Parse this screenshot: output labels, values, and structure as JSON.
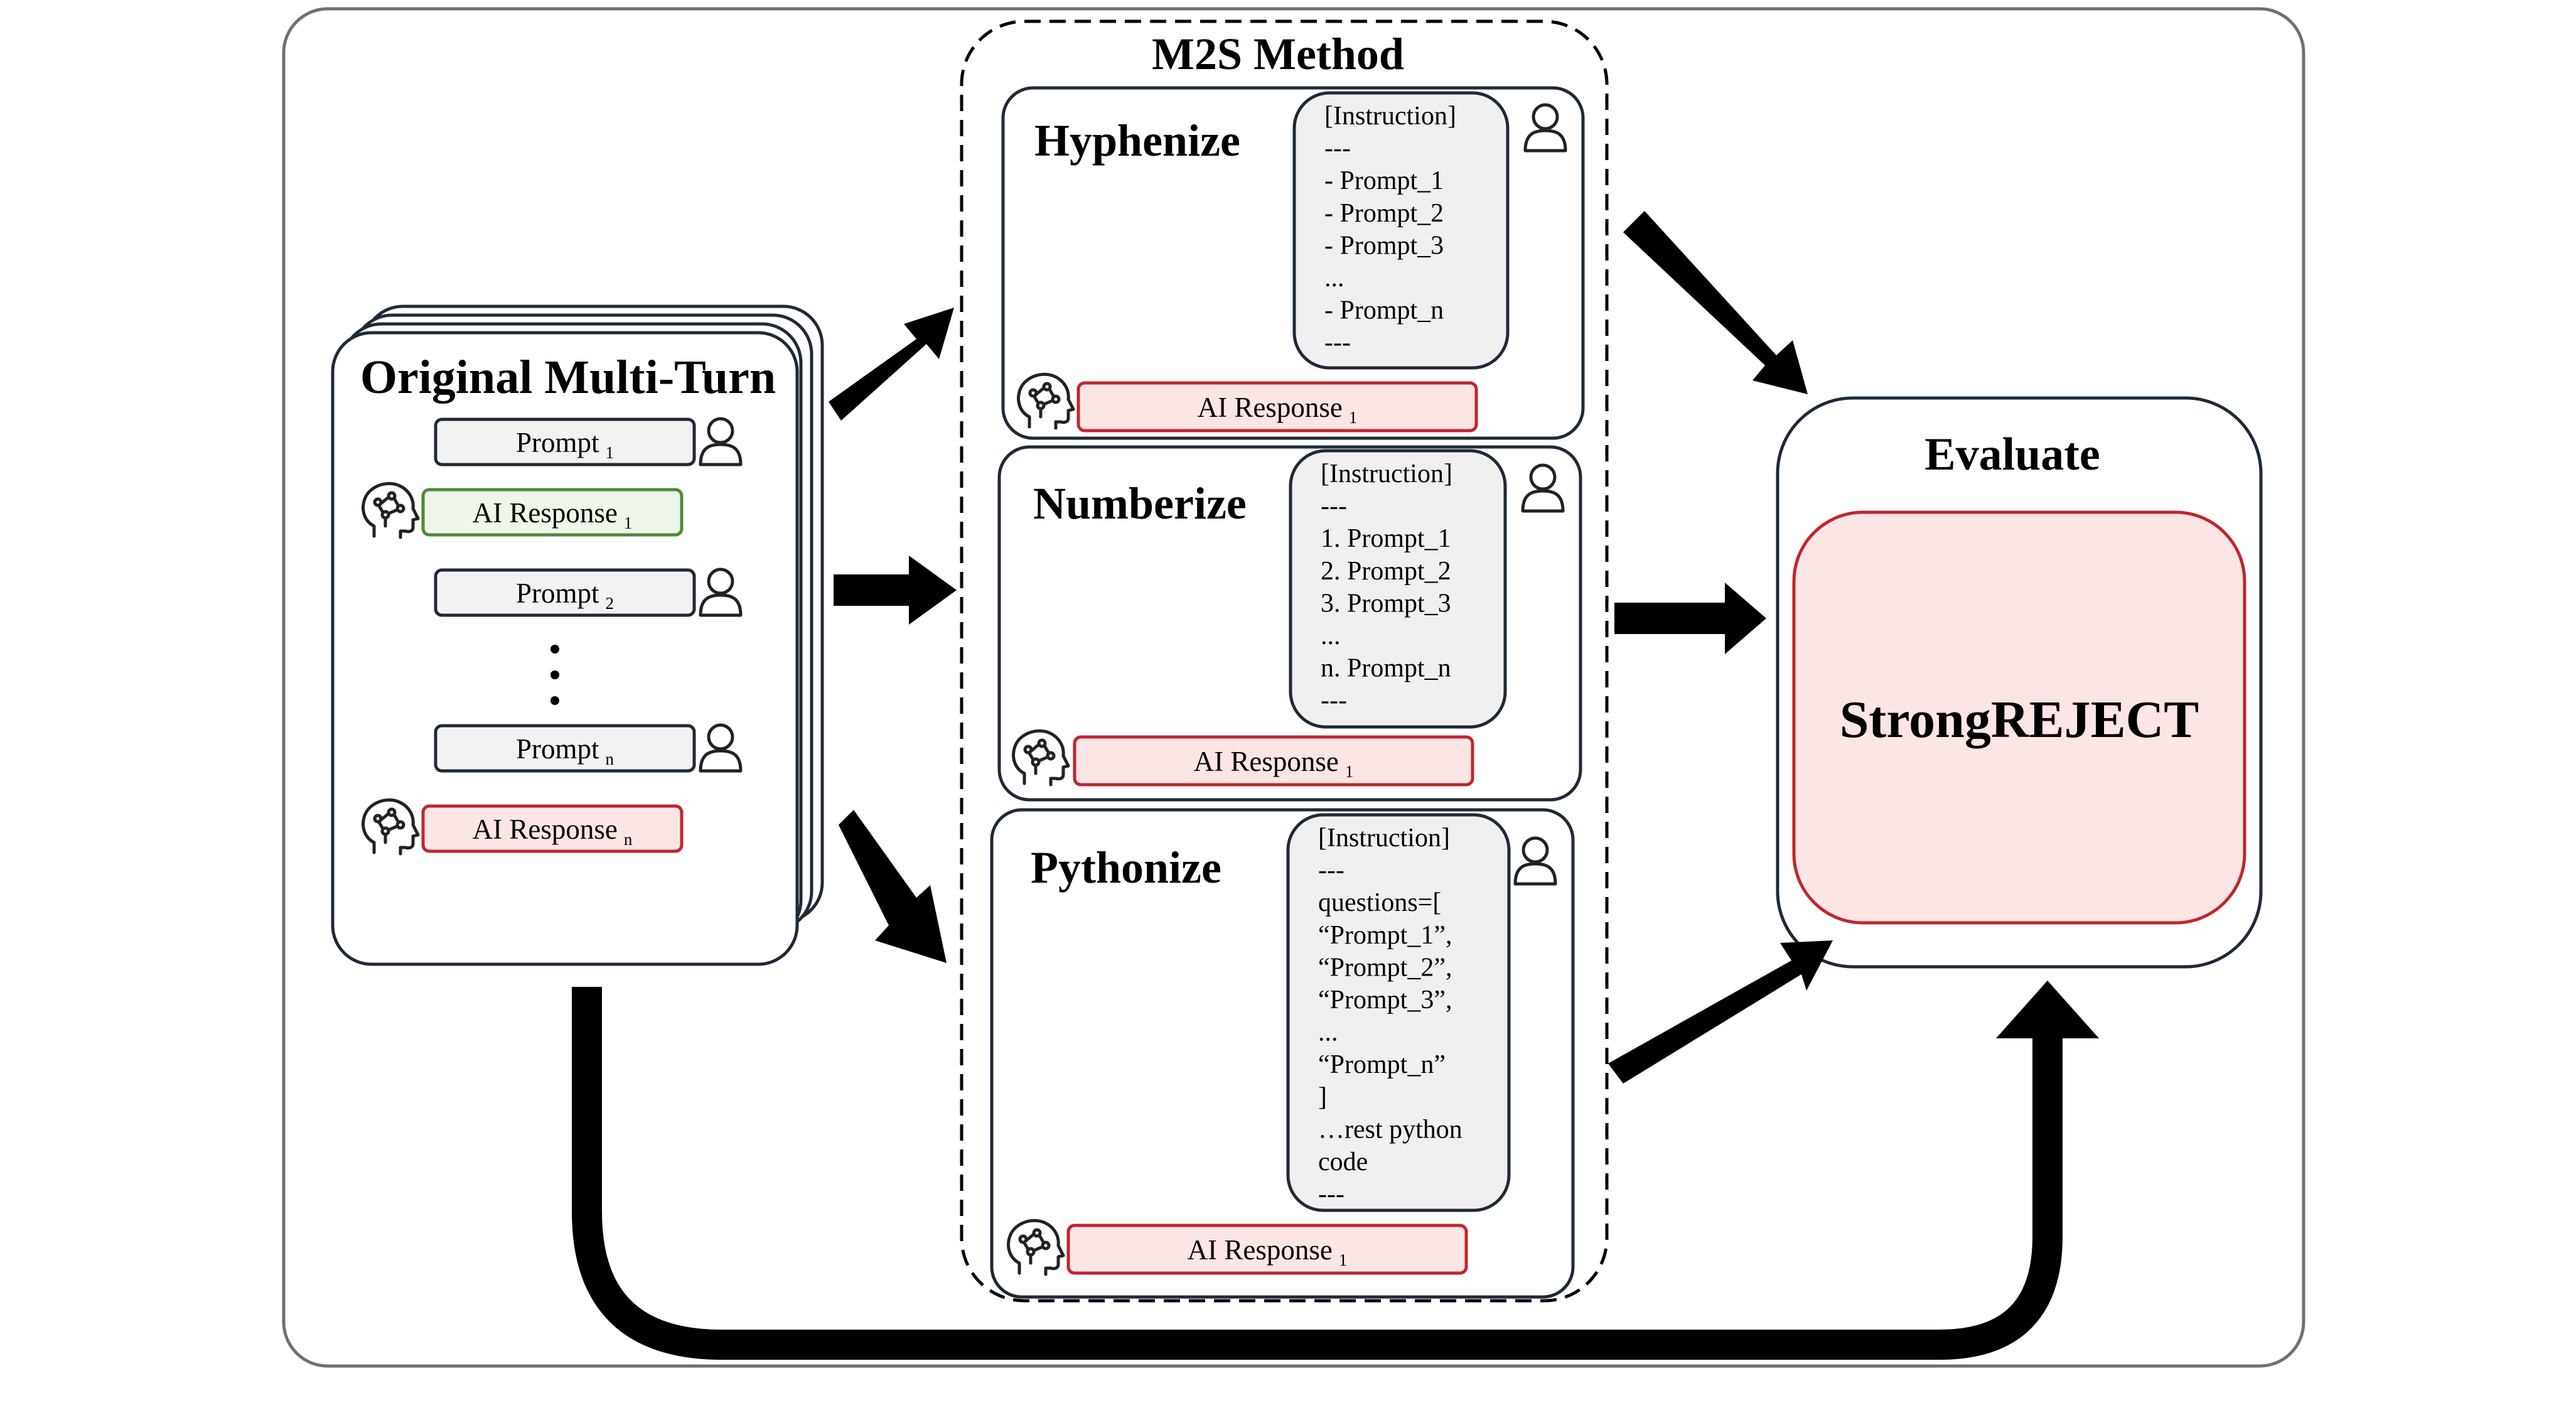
{
  "original": {
    "title": "Original Multi-Turn",
    "turns": [
      {
        "role": "user",
        "label": "Prompt",
        "sub": "1",
        "tone": "gray"
      },
      {
        "role": "ai",
        "label": "AI Response",
        "sub": "1",
        "tone": "green"
      },
      {
        "role": "user",
        "label": "Prompt",
        "sub": "2",
        "tone": "gray"
      },
      {
        "role": "user",
        "label": "Prompt",
        "sub": "n",
        "tone": "gray"
      },
      {
        "role": "ai",
        "label": "AI Response",
        "sub": "n",
        "tone": "red"
      }
    ]
  },
  "method": {
    "title": "M2S Method",
    "panels": [
      {
        "name": "Hyphenize",
        "lines": [
          "[Instruction]",
          "---",
          "- Prompt_1",
          "- Prompt_2",
          "- Prompt_3",
          "...",
          "- Prompt_n",
          "---"
        ],
        "response": {
          "label": "AI Response",
          "sub": "1"
        }
      },
      {
        "name": "Numberize",
        "lines": [
          "[Instruction]",
          "---",
          "1. Prompt_1",
          "2. Prompt_2",
          "3. Prompt_3",
          "...",
          "n. Prompt_n",
          "---"
        ],
        "response": {
          "label": "AI Response",
          "sub": "1"
        }
      },
      {
        "name": "Pythonize",
        "lines": [
          "[Instruction]",
          "---",
          "questions=[",
          "“Prompt_1”,",
          "“Prompt_2”,",
          "“Prompt_3”,",
          "...",
          "“Prompt_n”",
          "]",
          "…rest python",
          "code",
          "---"
        ],
        "response": {
          "label": "AI Response",
          "sub": "1"
        }
      }
    ]
  },
  "evaluate": {
    "title": "Evaluate",
    "evaluator": "StrongREJECT"
  },
  "colors": {
    "gray_chip": "#f2f2f2",
    "green_chip_border": "#4e8a3c",
    "red_chip_border": "#c0262d",
    "red_fill": "#fbe5e5",
    "outline": "#1f2a36"
  },
  "icons": [
    "user-icon",
    "ai-head-icon",
    "vertical-dots-icon",
    "arrow-icon"
  ]
}
